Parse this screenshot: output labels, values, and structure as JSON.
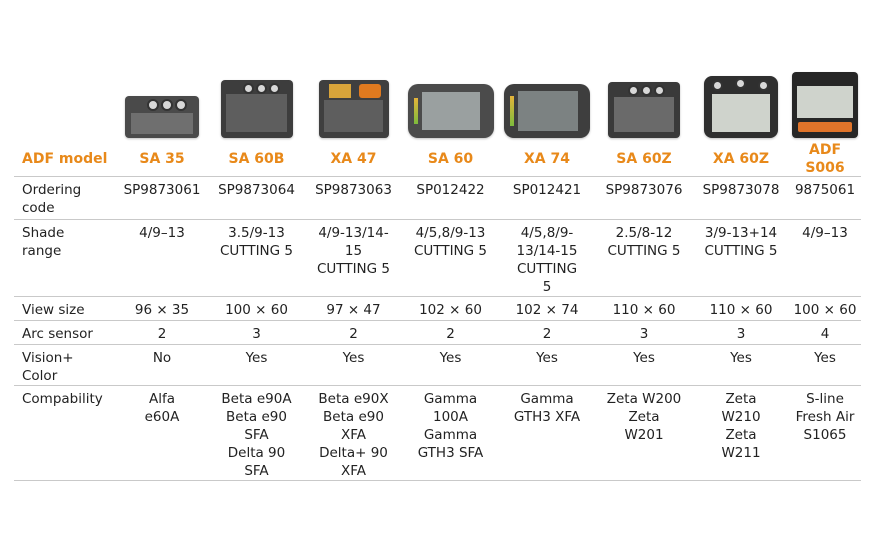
{
  "header": {
    "label": "ADF model",
    "models": [
      "SA 35",
      "SA 60B",
      "XA 47",
      "SA 60",
      "XA 74",
      "SA 60Z",
      "XA 60Z",
      "ADF S006"
    ]
  },
  "rows": {
    "ordering": {
      "label": "Ordering\ncode",
      "values": [
        "SP9873061",
        "SP9873064",
        "SP9873063",
        "SP012422",
        "SP012421",
        "SP9873076",
        "SP9873078",
        "9875061"
      ]
    },
    "shade": {
      "label": "Shade\nrange",
      "values": [
        "4/9–13",
        "3.5/9-13\nCUTTING 5",
        "4/9-13/14-\n15\nCUTTING 5",
        "4/5,8/9-13\nCUTTING 5",
        "4/5,8/9-\n13/14-15\nCUTTING\n5",
        "2.5/8-12\nCUTTING 5",
        "3/9-13+14\nCUTTING 5",
        "4/9–13"
      ]
    },
    "view": {
      "label": "View size",
      "values": [
        "96 × 35",
        "100 × 60",
        "97 × 47",
        "102 × 60",
        "102 × 74",
        "110 × 60",
        "110 × 60",
        "100 × 60"
      ]
    },
    "arc": {
      "label": "Arc sensor",
      "values": [
        "2",
        "3",
        "2",
        "2",
        "2",
        "3",
        "3",
        "4"
      ]
    },
    "vision": {
      "label": "Vision+\nColor",
      "values": [
        "No",
        "Yes",
        "Yes",
        "Yes",
        "Yes",
        "Yes",
        "Yes",
        "Yes"
      ]
    },
    "compat": {
      "label": "Compability",
      "values": [
        "Alfa\ne60A",
        "Beta e90A\nBeta e90\nSFA\nDelta 90\nSFA",
        "Beta e90X\nBeta e90\nXFA\nDelta+ 90\nXFA",
        "Gamma\n100A\nGamma\nGTH3 SFA",
        "Gamma\nGTH3 XFA",
        "Zeta W200\nZeta\nW201",
        "Zeta\nW210\nZeta\nW211",
        "S-line\nFresh Air\nS1065"
      ]
    }
  },
  "colors": {
    "accent": "#e8891a",
    "rule": "#c9c9c9"
  }
}
